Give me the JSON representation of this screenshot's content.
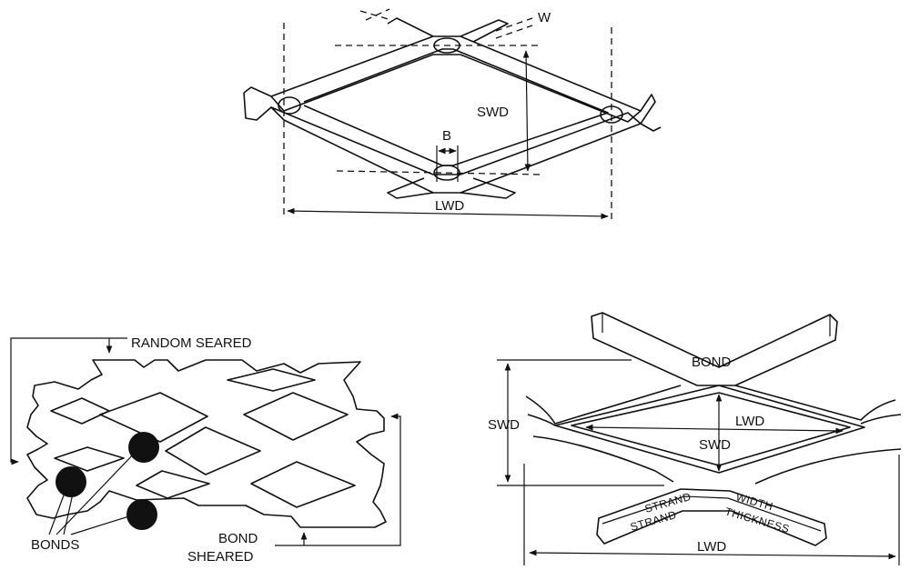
{
  "colors": {
    "ink": "#111111",
    "background": "#ffffff",
    "bond_dot": "#111111"
  },
  "top_diagram": {
    "w": "W",
    "b": "B",
    "swd": "SWD",
    "lwd": "LWD"
  },
  "left_diagram": {
    "random_seared": "RANDOM  SEARED",
    "bonds": "BONDS",
    "bond": "BOND",
    "sheared": "SHEARED"
  },
  "right_diagram": {
    "bond": "BOND",
    "swd_outer": "SWD",
    "swd_inner": "SWD",
    "lwd_inner": "LWD",
    "lwd_bottom": "LWD",
    "strand_1": "STRAND",
    "strand_2": "STRAND",
    "width": "WIDTH",
    "thickness": "THICKNESS"
  }
}
